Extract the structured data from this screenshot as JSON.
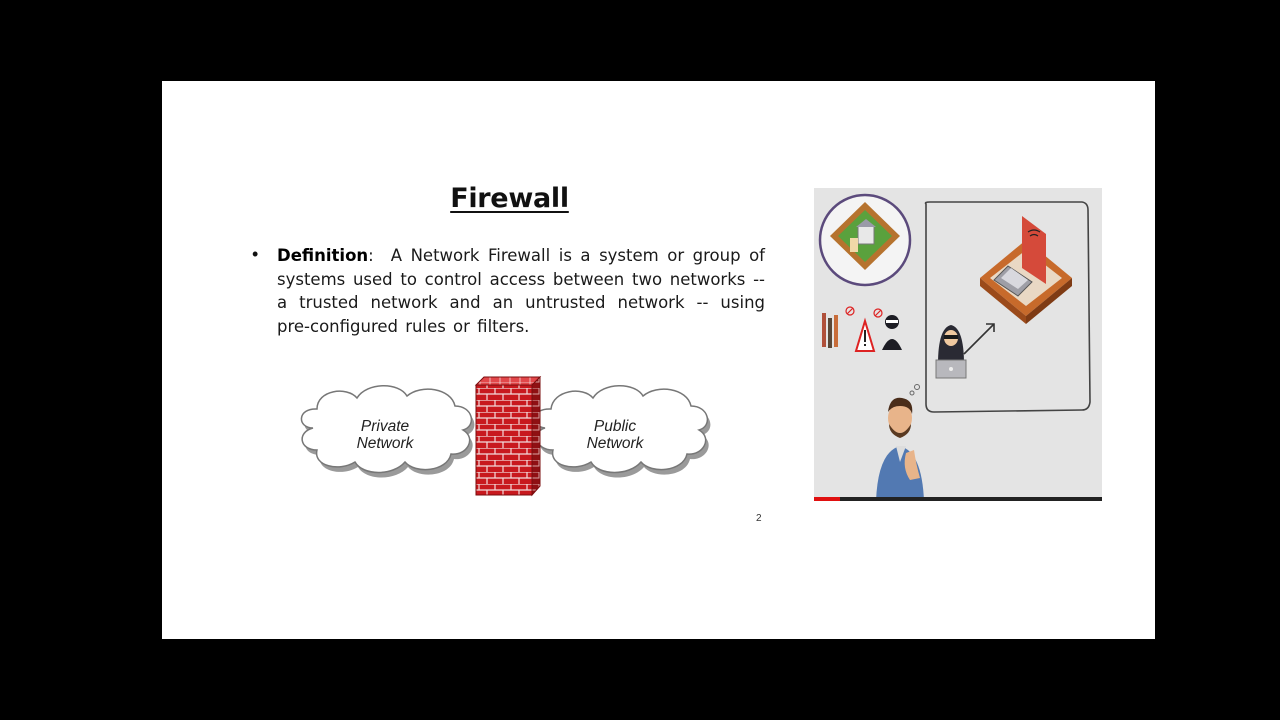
{
  "slide": {
    "title": "Firewall",
    "bullet": {
      "term": "Definition",
      "separator": ":",
      "text": "A Network Firewall is a system or group of systems used to control access between two networks -- a trusted network and an untrusted network -- using pre-configured rules or filters."
    },
    "diagram": {
      "left_cloud_line1": "Private",
      "left_cloud_line2": "Network",
      "right_cloud_line1": "Public",
      "right_cloud_line2": "Network"
    },
    "page_number": "2"
  },
  "video": {
    "progress_fraction": 0.09,
    "progress_color": "#e01010"
  },
  "colors": {
    "background": "#000000",
    "slide": "#ffffff",
    "brick": "#c8191e"
  }
}
